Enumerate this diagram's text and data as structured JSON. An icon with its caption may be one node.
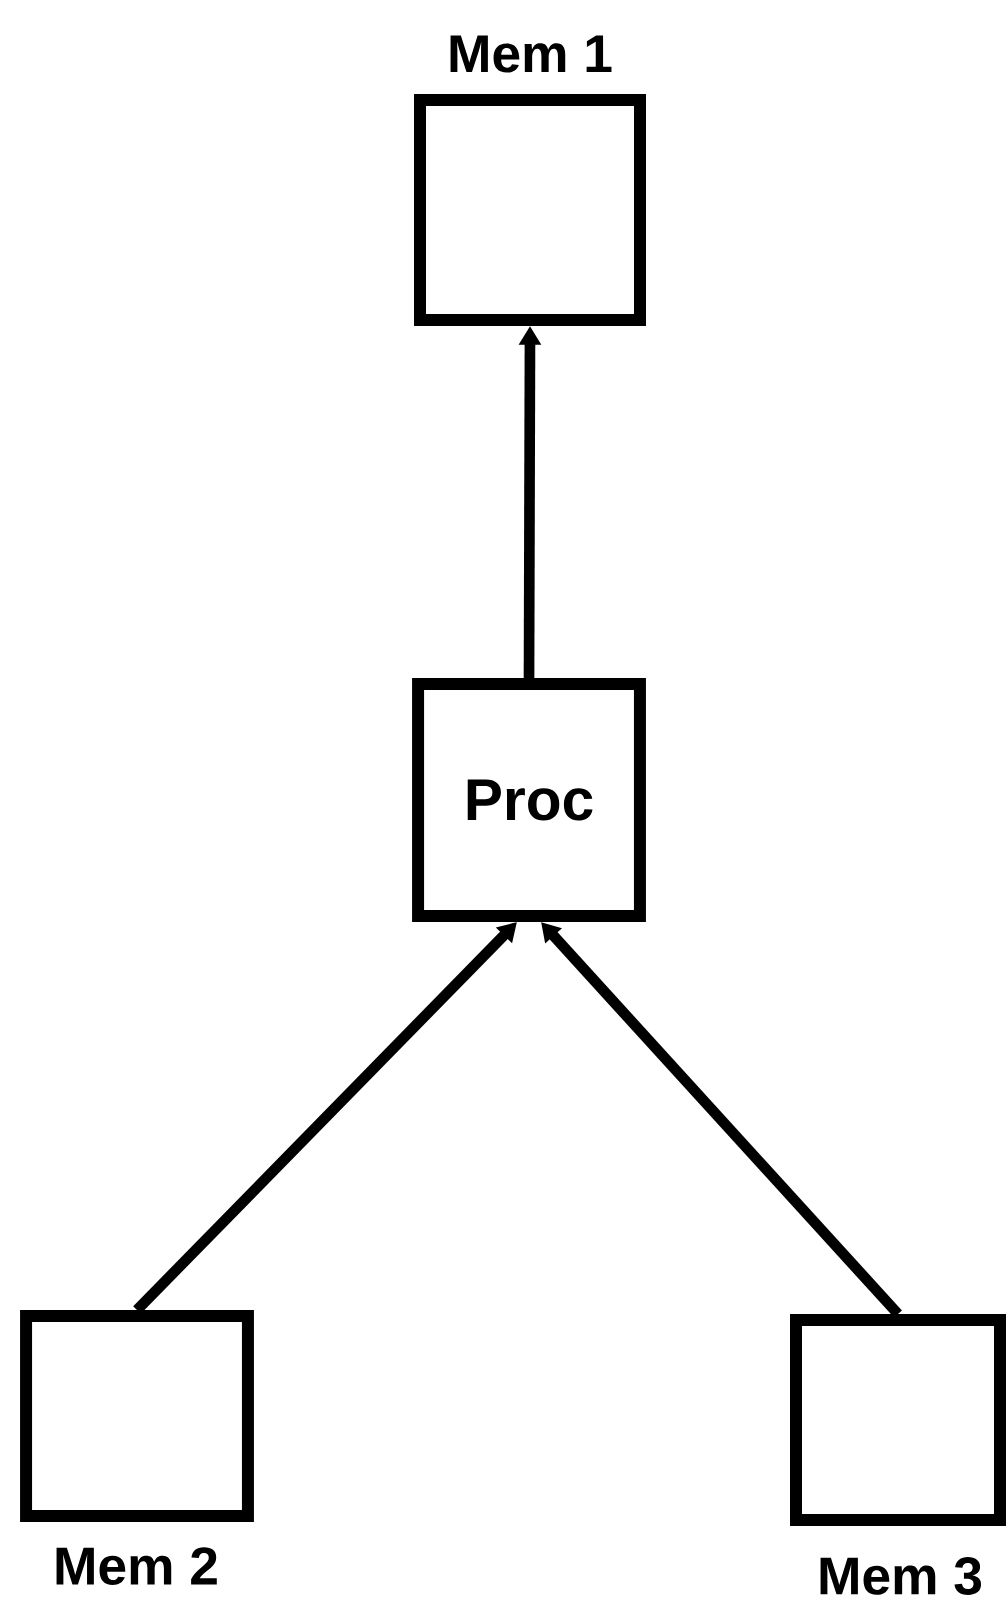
{
  "diagram": {
    "nodes": [
      {
        "text": [
          "Mem 1"
        ]
      },
      {
        "text": [
          "Proc"
        ]
      },
      {
        "text": [
          "Mem 2"
        ]
      },
      {
        "text": [
          "Mem 3"
        ]
      }
    ],
    "edges": [
      {
        "from": 1,
        "to": 0,
        "arrow": "to"
      },
      {
        "from": 2,
        "to": 1,
        "arrow": "to"
      },
      {
        "from": 3,
        "to": 1,
        "arrow": "to"
      }
    ]
  }
}
